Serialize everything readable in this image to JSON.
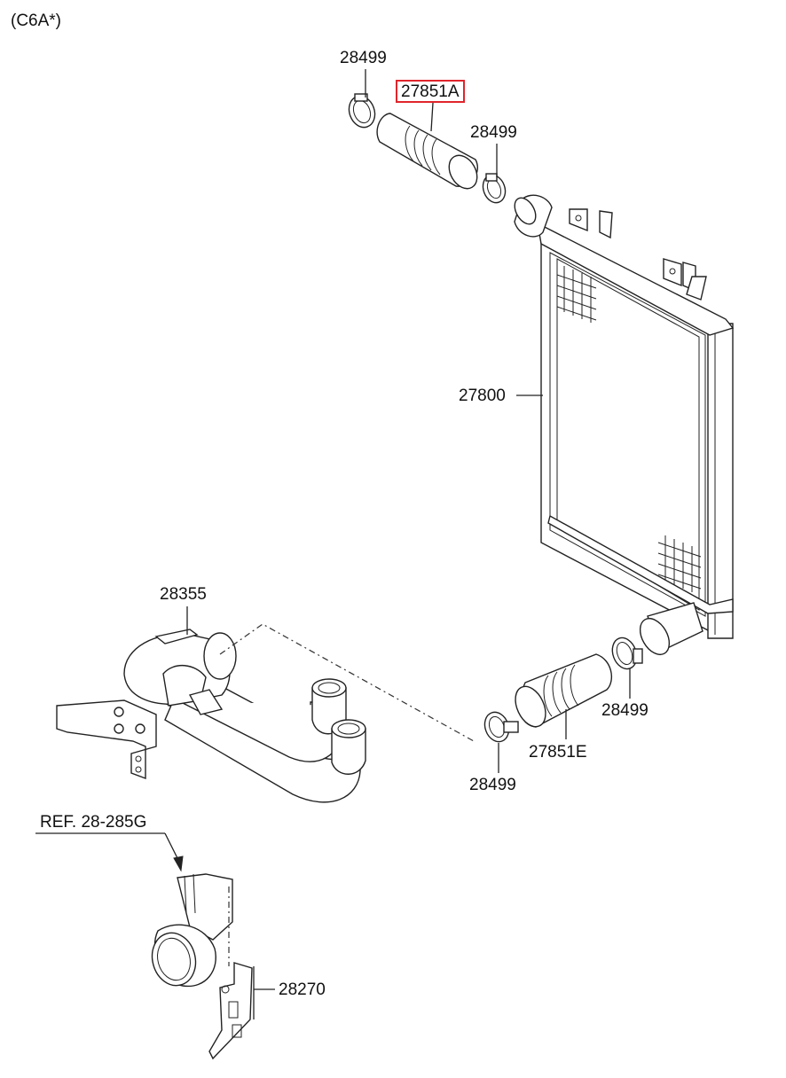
{
  "variant_code": "(C6A*)",
  "parts": [
    {
      "key": "clamp_top",
      "number": "28499"
    },
    {
      "key": "hose_upper",
      "number": "27851A",
      "highlighted": true
    },
    {
      "key": "clamp_upper_right",
      "number": "28499"
    },
    {
      "key": "intercooler",
      "number": "27800"
    },
    {
      "key": "pipe_assembly",
      "number": "28355"
    },
    {
      "key": "clamp_lower_right",
      "number": "28499"
    },
    {
      "key": "hose_lower",
      "number": "27851E"
    },
    {
      "key": "clamp_lower_left",
      "number": "28499"
    },
    {
      "key": "bracket",
      "number": "28270"
    }
  ],
  "reference": "REF. 28-285G",
  "colors": {
    "highlight": "#e0252b",
    "line": "#222222"
  }
}
